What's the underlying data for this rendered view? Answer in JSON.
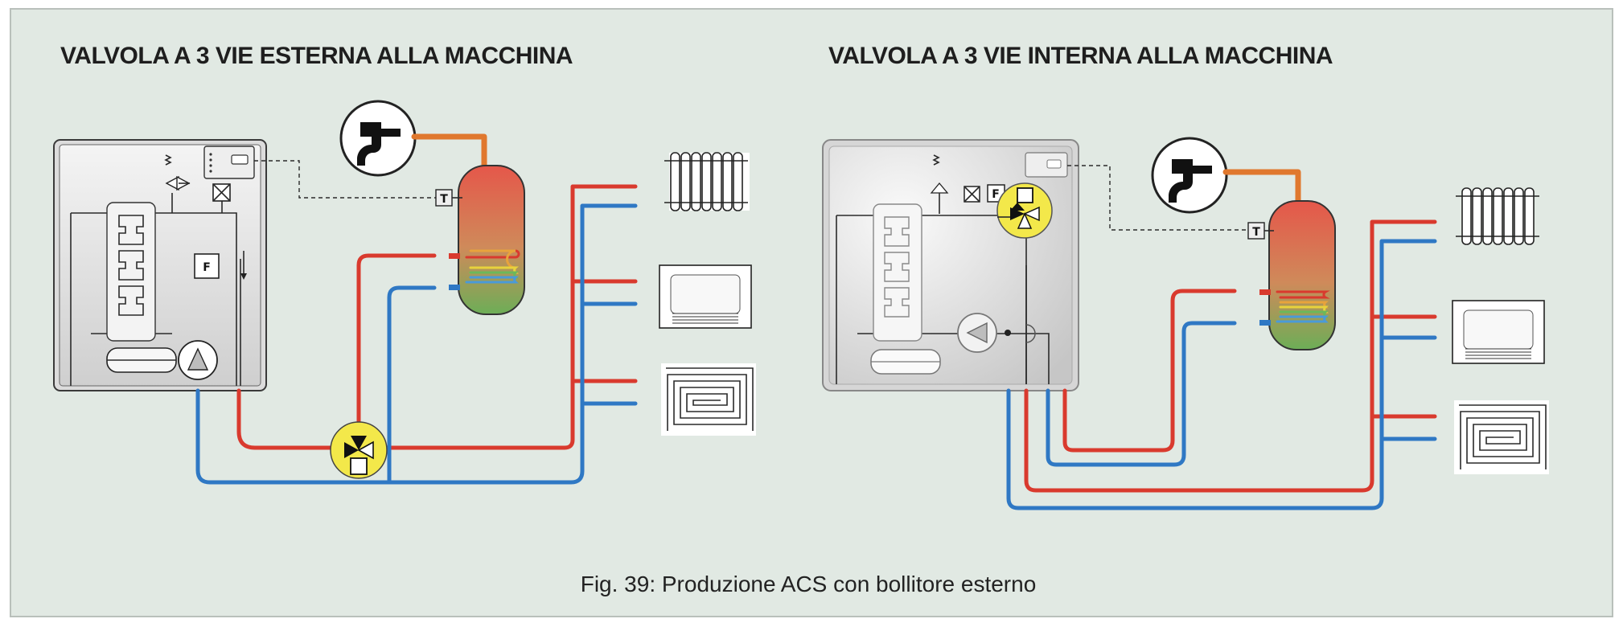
{
  "diagram": {
    "left_title": "VALVOLA A 3 VIE ESTERNA ALLA MACCHINA",
    "right_title": "VALVOLA A 3 VIE INTERNA ALLA MACCHINA",
    "caption": "Fig. 39: Produzione ACS con bollitore esterno",
    "labels": {
      "thermostat": "T",
      "flow_switch": "F"
    },
    "colors": {
      "supply": "#d93a2e",
      "return": "#2f78c4",
      "dhw": "#e0782e",
      "valve": "#f3e84a",
      "background": "#e1e9e3"
    },
    "icons": [
      "tap-icon",
      "tank-icon",
      "heat-pump-unit-icon",
      "three-way-valve-icon",
      "radiator-icon",
      "fan-coil-icon",
      "underfloor-heating-icon",
      "pump-icon",
      "expansion-vessel-icon",
      "safety-valve-icon",
      "controller-icon"
    ]
  }
}
